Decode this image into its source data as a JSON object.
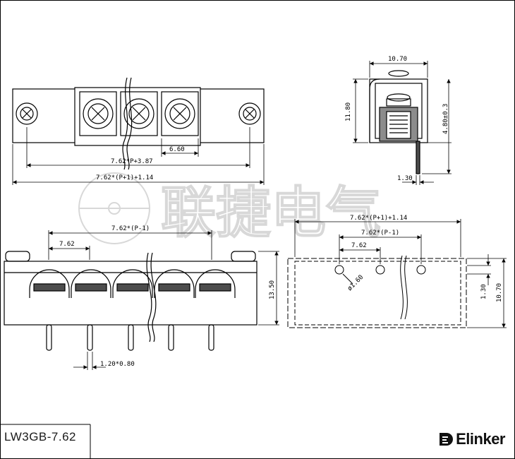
{
  "model": "LW3GB-7.62",
  "brand": {
    "name": "Elinker",
    "logo_icon": "elinker-logo-icon"
  },
  "watermark": "联捷电气",
  "dimensions": {
    "top_width": "10.70",
    "height_11_80": "11.80",
    "height_4_80": "4.80±0.3",
    "pin_offset": "1.30",
    "pitch_plus": "7.62*P+3.87",
    "pitch_body": "6.60",
    "overall": "7.62*(P+1)+1.14",
    "pitch_span": "7.62*(P-1)",
    "pitch": "7.62",
    "height_13_50": "13.50",
    "pin_size": "1.20*0.80",
    "pcb_overall": "7.62*(P+1)+1.14",
    "pcb_span": "7.62*(P-1)",
    "pcb_pitch": "7.62",
    "hole_dia": "ø1.60",
    "pcb_row_offset": "1.30",
    "pcb_height": "10.70"
  },
  "colors": {
    "line": "#000000",
    "fill_dark": "#4d4d4d",
    "fill_mid": "#8c8c8c",
    "watermark": "#d8d8d8"
  }
}
